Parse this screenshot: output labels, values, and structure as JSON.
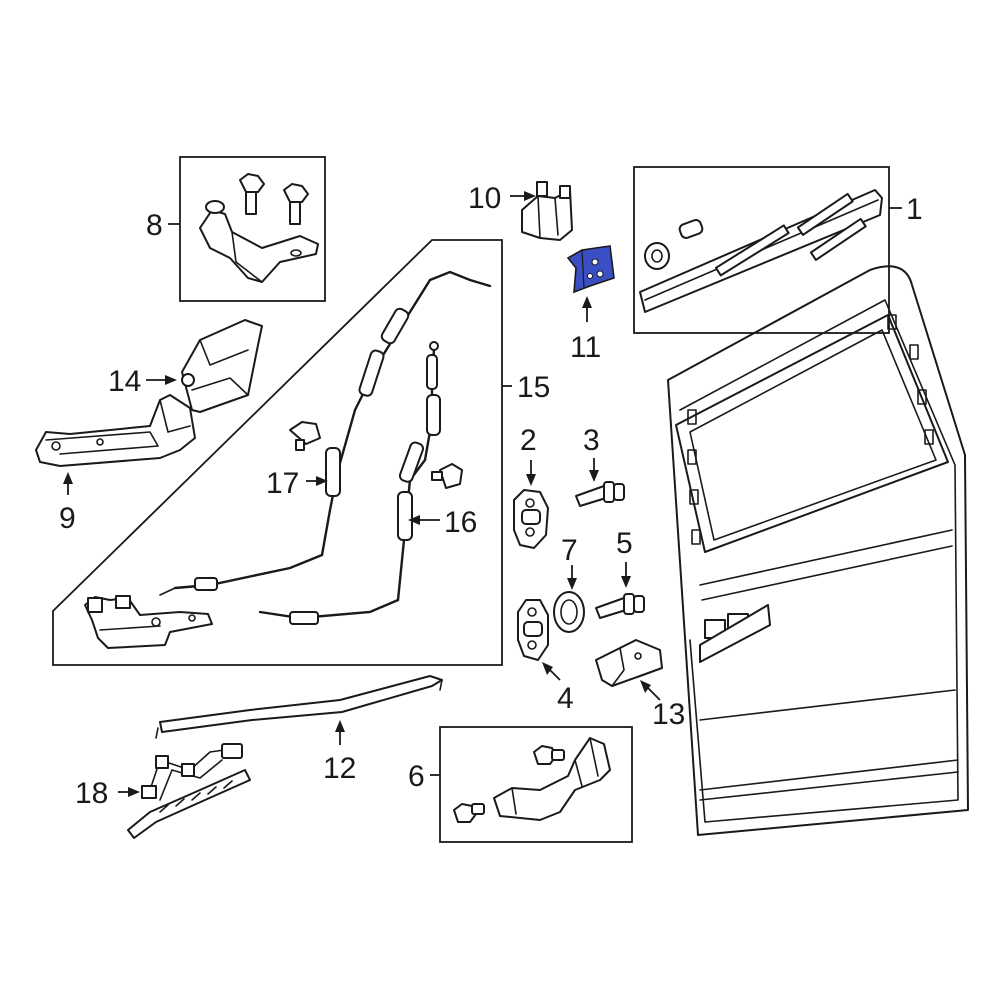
{
  "diagram": {
    "callouts": {
      "c1": "1",
      "c2": "2",
      "c3": "3",
      "c4": "4",
      "c5": "5",
      "c6": "6",
      "c7": "7",
      "c8": "8",
      "c9": "9",
      "c10": "10",
      "c11": "11",
      "c12": "12",
      "c13": "13",
      "c14": "14",
      "c15": "15",
      "c16": "16",
      "c17": "17",
      "c18": "18"
    },
    "highlight_color": "#3a4fc4",
    "line_color": "#1a1a1a",
    "highlighted_part": "11"
  }
}
